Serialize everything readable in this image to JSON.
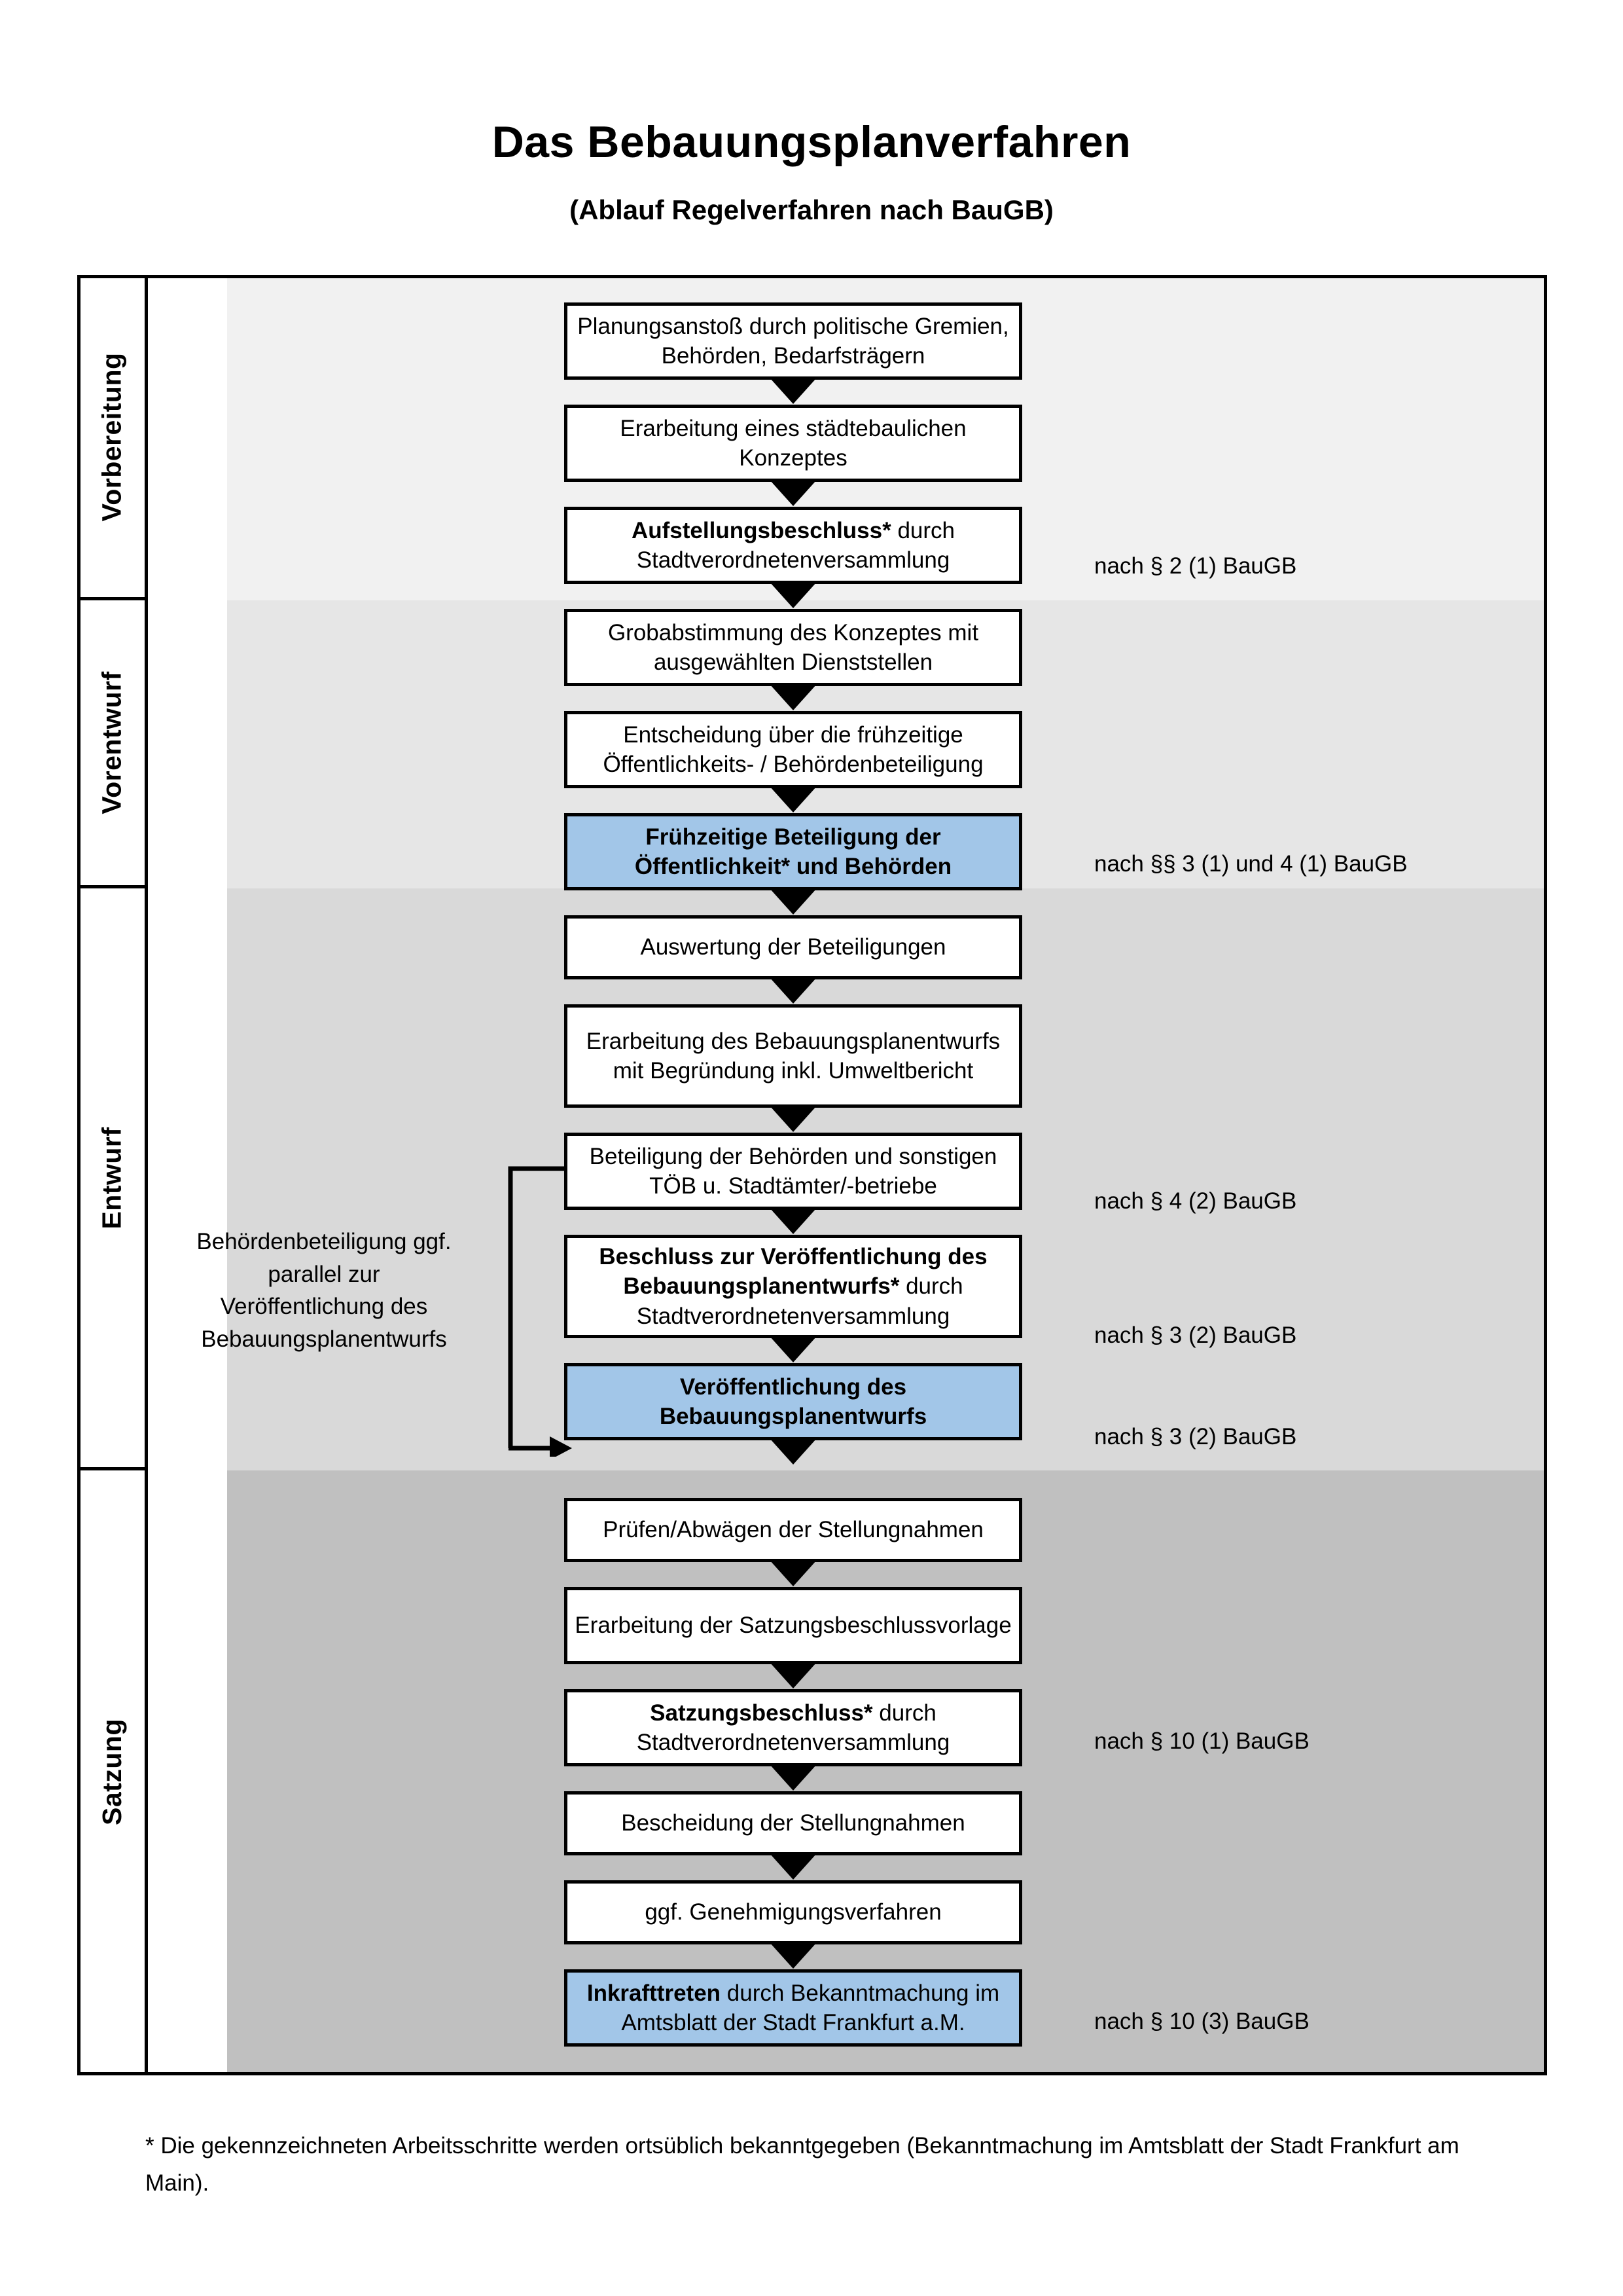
{
  "header": {
    "title": "Das Bebauungsplanverfahren",
    "subtitle": "(Ablauf Regelverfahren nach BauGB)"
  },
  "colors": {
    "highlight": "#A2C6E8",
    "band_vorbereitung": "#F1F1F1",
    "band_vorentwurf": "#E6E6E6",
    "band_entwurf": "#D9D9D9",
    "band_satzung": "#C0C0C0",
    "border": "#000000"
  },
  "phases": [
    {
      "id": "vorbereitung",
      "label": "Vorbereitung"
    },
    {
      "id": "vorentwurf",
      "label": "Vorentwurf"
    },
    {
      "id": "entwurf",
      "label": "Entwurf"
    },
    {
      "id": "satzung",
      "label": "Satzung"
    }
  ],
  "steps": [
    {
      "id": "planungsanstoss",
      "phase": "vorbereitung",
      "highlight": false,
      "bold": "",
      "text": "Planungsanstoß durch politische Gremien, Behörden, Bedarfsträgern"
    },
    {
      "id": "staedtebau-konzept",
      "phase": "vorbereitung",
      "highlight": false,
      "bold": "",
      "text": "Erarbeitung eines städtebaulichen Konzeptes"
    },
    {
      "id": "aufstellungsbeschluss",
      "phase": "vorbereitung",
      "highlight": false,
      "bold": "Aufstellungsbeschluss*",
      "text": " durch Stadtverordnetenversammlung"
    },
    {
      "id": "grobabstimmung",
      "phase": "vorentwurf",
      "highlight": false,
      "bold": "",
      "text": "Grobabstimmung des Konzeptes mit ausgewählten Dienststellen"
    },
    {
      "id": "entscheidung-fruehzeitig",
      "phase": "vorentwurf",
      "highlight": false,
      "bold": "",
      "text": "Entscheidung über die frühzeitige Öffentlichkeits- / Behördenbeteiligung"
    },
    {
      "id": "fruehzeitige-beteiligung",
      "phase": "vorentwurf",
      "highlight": true,
      "bold": "Frühzeitige Beteiligung der Öffentlichkeit* und Behörden",
      "text": ""
    },
    {
      "id": "auswertung",
      "phase": "entwurf",
      "highlight": false,
      "bold": "",
      "text": "Auswertung der Beteiligungen"
    },
    {
      "id": "erarbeitung-entwurf",
      "phase": "entwurf",
      "highlight": false,
      "bold": "",
      "text": "Erarbeitung des Bebauungsplanentwurfs mit Begründung inkl. Umweltbericht"
    },
    {
      "id": "beteiligung-behoerden",
      "phase": "entwurf",
      "highlight": false,
      "bold": "",
      "text": "Beteiligung der Behörden und sonstigen TÖB u. Stadtämter/-betriebe"
    },
    {
      "id": "beschluss-veroeff",
      "phase": "entwurf",
      "highlight": false,
      "bold": "Beschluss zur Veröffentlichung des Bebauungsplanentwurfs*",
      "text": " durch Stadtverordnetenversammlung"
    },
    {
      "id": "veroeffentlichung",
      "phase": "entwurf",
      "highlight": true,
      "bold": "Veröffentlichung des Bebauungsplanentwurfs",
      "text": ""
    },
    {
      "id": "pruefen-abwaegen",
      "phase": "satzung",
      "highlight": false,
      "bold": "",
      "text": "Prüfen/Abwägen der Stellungnahmen"
    },
    {
      "id": "satzungsbeschlussvorlage",
      "phase": "satzung",
      "highlight": false,
      "bold": "",
      "text": "Erarbeitung der Satzungsbeschlussvorlage"
    },
    {
      "id": "satzungsbeschluss",
      "phase": "satzung",
      "highlight": false,
      "bold": "Satzungsbeschluss*",
      "text": " durch Stadtverordnetenversammlung"
    },
    {
      "id": "bescheidung",
      "phase": "satzung",
      "highlight": false,
      "bold": "",
      "text": "Bescheidung der Stellungnahmen"
    },
    {
      "id": "genehmigungsverfahren",
      "phase": "satzung",
      "highlight": false,
      "bold": "",
      "text": "ggf. Genehmigungsverfahren"
    },
    {
      "id": "inkrafttreten",
      "phase": "satzung",
      "highlight": true,
      "bold": "Inkrafttreten",
      "text": " durch Bekanntmachung im Amtsblatt der Stadt Frankfurt a.M."
    }
  ],
  "law_notes": [
    {
      "id": "law-2-1",
      "text": "nach § 2 (1) BauGB"
    },
    {
      "id": "law-3-1-4-1",
      "text": "nach §§ 3 (1) und 4 (1) BauGB"
    },
    {
      "id": "law-4-2",
      "text": "nach § 4 (2) BauGB"
    },
    {
      "id": "law-3-2-a",
      "text": "nach § 3 (2) BauGB"
    },
    {
      "id": "law-3-2-b",
      "text": "nach § 3 (2) BauGB"
    },
    {
      "id": "law-10-1",
      "text": "nach § 10 (1) BauGB"
    },
    {
      "id": "law-10-3",
      "text": "nach § 10 (3) BauGB"
    }
  ],
  "side_note": {
    "text": "Behördenbeteiligung ggf. parallel zur Veröffentlichung des Bebauungsplanentwurfs"
  },
  "footnote": {
    "text": "* Die gekennzeichneten Arbeitsschritte werden ortsüblich bekanntgegeben (Bekanntmachung im Amtsblatt  der Stadt Frankfurt am Main)."
  }
}
